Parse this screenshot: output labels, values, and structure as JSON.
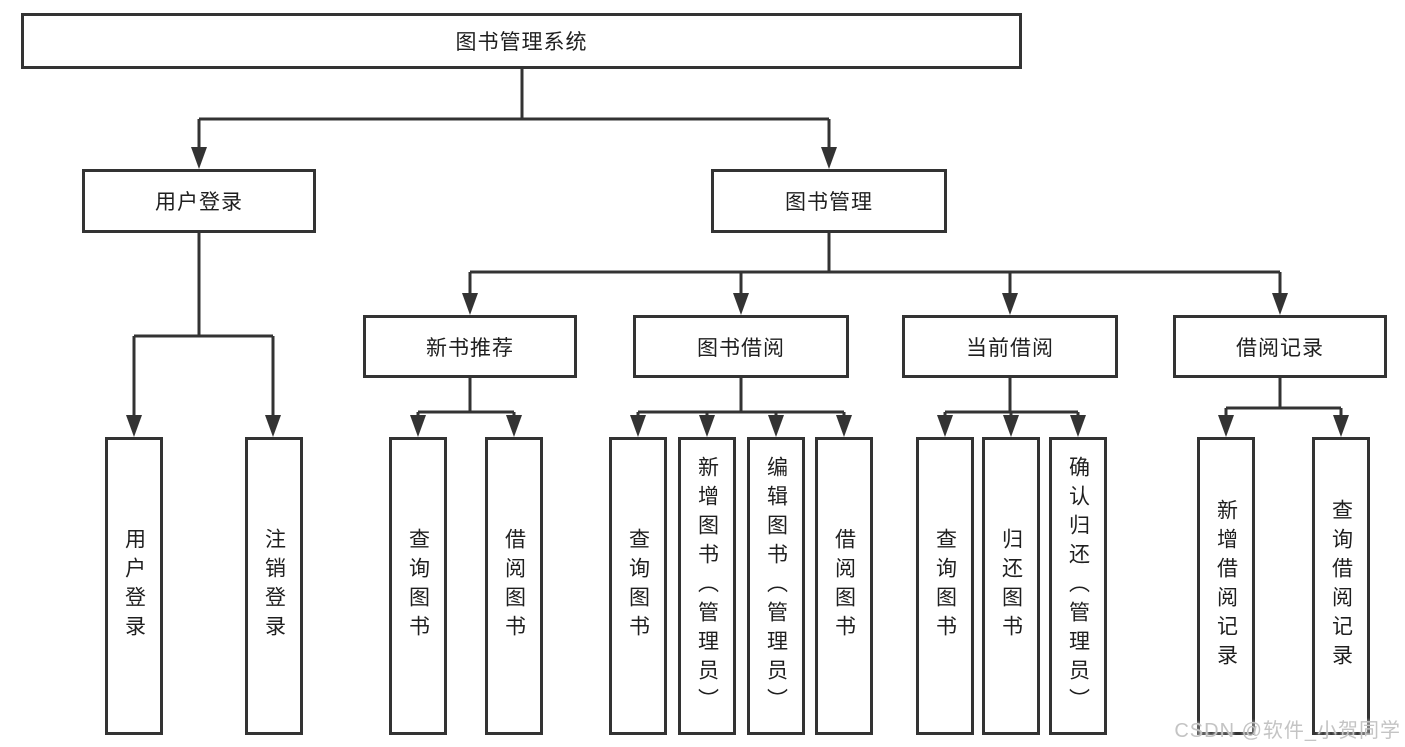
{
  "diagram": {
    "root": "图书管理系统",
    "level2": {
      "user_login": "用户登录",
      "book_mgmt": "图书管理"
    },
    "level3": {
      "new_book_rec": "新书推荐",
      "book_borrow": "图书借阅",
      "current_borrow": "当前借阅",
      "borrow_records": "借阅记录"
    },
    "leaves": {
      "user_login": [
        "用户登录",
        "注销登录"
      ],
      "new_book_rec": [
        "查询图书",
        "借阅图书"
      ],
      "book_borrow": [
        "查询图书",
        "新增图书（管理员）",
        "编辑图书（管理员）",
        "借阅图书"
      ],
      "current_borrow": [
        "查询图书",
        "归还图书",
        "确认归还（管理员）"
      ],
      "borrow_records": [
        "新增借阅记录",
        "查询借阅记录"
      ]
    }
  },
  "watermark": "CSDN @软件_小贺同学",
  "colors": {
    "line": "#333333",
    "text": "#1f1f1f",
    "watermark": "#c4c4c4"
  }
}
